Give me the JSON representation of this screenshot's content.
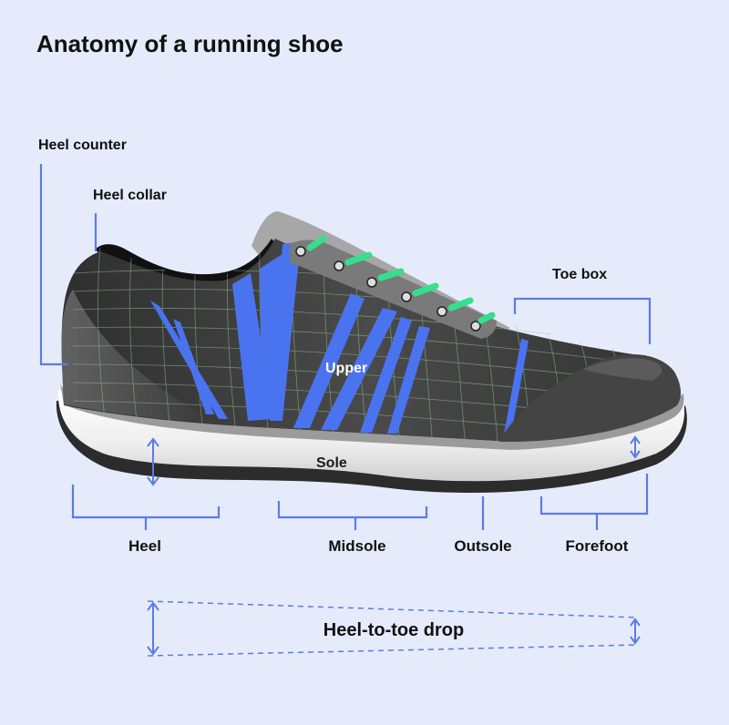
{
  "title": "Anatomy of a running shoe",
  "labels": {
    "heel_counter": "Heel counter",
    "heel_collar": "Heel collar",
    "toe_box": "Toe box",
    "upper": "Upper",
    "sole": "Sole",
    "heel": "Heel",
    "midsole": "Midsole",
    "outsole": "Outsole",
    "forefoot": "Forefoot",
    "heel_to_toe_drop": "Heel-to-toe drop"
  },
  "colors": {
    "background": "#e6ebfc",
    "leader_lines": "#5b7be6",
    "upper_dark": "#3a3a3a",
    "mesh_grid": "#8fd18f",
    "accent_stripes": "#4a73f0",
    "laces": "#34e08a",
    "midsole": "#f4f4f4",
    "outsole": "#2c2c2c"
  }
}
